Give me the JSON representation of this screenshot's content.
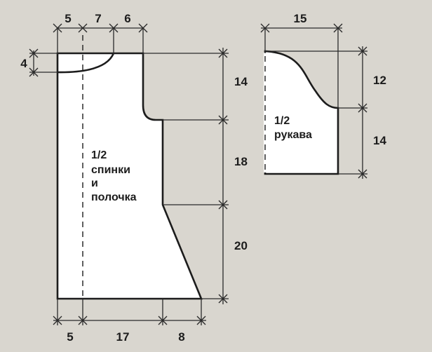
{
  "colors": {
    "background": "#d9d6cf",
    "paper": "#ffffff",
    "ink": "#1c1c1c"
  },
  "body_piece": {
    "label_line1": "1/2",
    "label_line2": "спинки",
    "label_line3": "и",
    "label_line4": "полочка",
    "top_dims": [
      "5",
      "7",
      "6"
    ],
    "left_dim": "4",
    "right_dims": [
      "14",
      "18",
      "20"
    ],
    "bottom_dims": [
      "5",
      "17",
      "8"
    ]
  },
  "sleeve_piece": {
    "label_line1": "1/2",
    "label_line2": "рукава",
    "top_dim": "15",
    "right_dims": [
      "12",
      "14"
    ]
  }
}
